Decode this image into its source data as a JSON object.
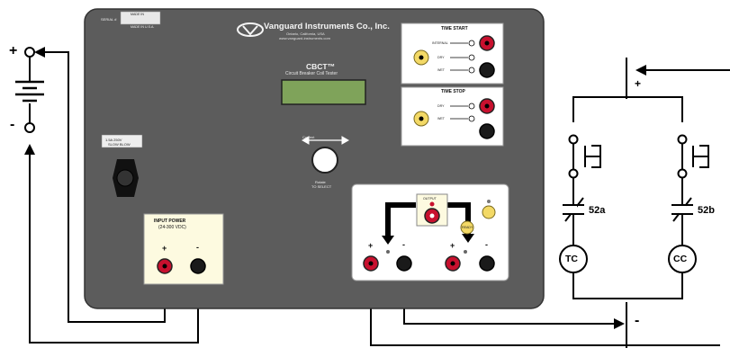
{
  "device": {
    "company": "Vanguard Instruments Co., Inc.",
    "company_location": "Ontario, California, USA",
    "company_web": "www.vanguard-instruments.com",
    "model": "CBCT™",
    "model_subtitle": "Circuit Breaker Coil Tester",
    "serial_label": "SERIAL #",
    "tag_top": "MADE IN",
    "tag_bottom": "MADE IN U.S.A.",
    "fuse_label_1": "1.5A 250V",
    "fuse_label_2": "SLOW BLOW",
    "rotary_label": "Current",
    "rotary_desc_1": "Rotate",
    "rotary_desc_2": "TO SELECT"
  },
  "time_start": {
    "title": "TIME START",
    "options": [
      "INTERNAL",
      "DRY",
      "WET"
    ]
  },
  "time_stop": {
    "title": "TIME STOP",
    "options": [
      "DRY",
      "WET"
    ]
  },
  "input_power": {
    "title_line1": "INPUT POWER",
    "title_line2": "(24-300 VDC)",
    "plus": "+",
    "minus": "-"
  },
  "output_panel": {
    "switch_label": "OUTPUT",
    "indicator_label": "READY",
    "plus_left": "+",
    "minus_left": "-",
    "plus_right": "+",
    "minus_right": "-"
  },
  "battery": {
    "plus": "+",
    "minus": "-"
  },
  "bus": {
    "plus": "+",
    "minus": "-"
  },
  "breaker": {
    "contact_a": "52a",
    "contact_b": "52b",
    "coil_trip": "TC",
    "coil_close": "CC"
  },
  "colors": {
    "chassis": "#5c5c5c",
    "panel": "#fdfae0",
    "jack_red": "#c8102e",
    "jack_black": "#1a1a1a",
    "display": "#7fa35a"
  }
}
